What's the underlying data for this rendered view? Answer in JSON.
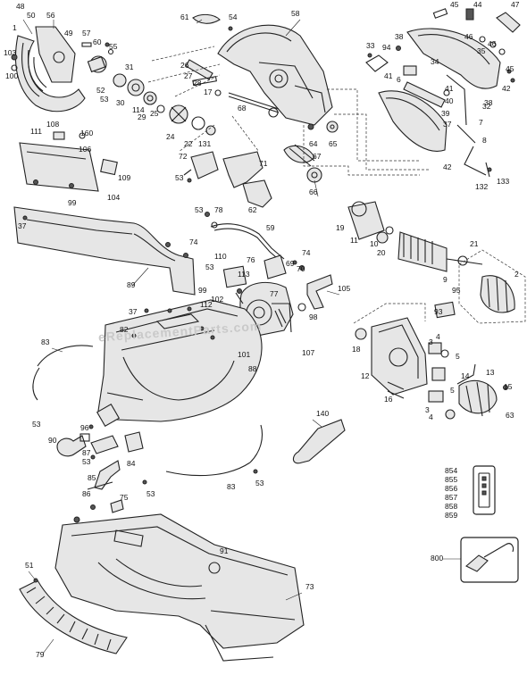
{
  "watermark": "eReplacementParts.com",
  "kit_numbers": [
    "854",
    "855",
    "856",
    "857",
    "858",
    "859"
  ],
  "callouts": [
    {
      "id": "c48",
      "text": "48"
    },
    {
      "id": "c50",
      "text": "50"
    },
    {
      "id": "c56",
      "text": "56"
    },
    {
      "id": "c1",
      "text": "1"
    },
    {
      "id": "c49",
      "text": "49"
    },
    {
      "id": "c57",
      "text": "57"
    },
    {
      "id": "c60",
      "text": "60"
    },
    {
      "id": "c55",
      "text": "55"
    },
    {
      "id": "c103",
      "text": "103"
    },
    {
      "id": "c100",
      "text": "100"
    },
    {
      "id": "c31",
      "text": "31"
    },
    {
      "id": "c52",
      "text": "52"
    },
    {
      "id": "c53a",
      "text": "53"
    },
    {
      "id": "c30",
      "text": "30"
    },
    {
      "id": "c114",
      "text": "114"
    },
    {
      "id": "c25",
      "text": "25"
    },
    {
      "id": "c29",
      "text": "29"
    },
    {
      "id": "c24",
      "text": "24"
    },
    {
      "id": "c22",
      "text": "22"
    },
    {
      "id": "c131",
      "text": "131"
    },
    {
      "id": "c61",
      "text": "61"
    },
    {
      "id": "c54",
      "text": "54"
    },
    {
      "id": "c58",
      "text": "58"
    },
    {
      "id": "c26",
      "text": "26"
    },
    {
      "id": "c27",
      "text": "27"
    },
    {
      "id": "c28",
      "text": "28"
    },
    {
      "id": "c17",
      "text": "17"
    },
    {
      "id": "c68",
      "text": "68"
    },
    {
      "id": "c64",
      "text": "64"
    },
    {
      "id": "c65",
      "text": "65"
    },
    {
      "id": "c33",
      "text": "33"
    },
    {
      "id": "c38a",
      "text": "38"
    },
    {
      "id": "c94",
      "text": "94"
    },
    {
      "id": "c41a",
      "text": "41"
    },
    {
      "id": "c6",
      "text": "6"
    },
    {
      "id": "c41b",
      "text": "41"
    },
    {
      "id": "c40",
      "text": "40"
    },
    {
      "id": "c34",
      "text": "34"
    },
    {
      "id": "c45",
      "text": "45"
    },
    {
      "id": "c44",
      "text": "44"
    },
    {
      "id": "c47",
      "text": "47"
    },
    {
      "id": "c46a",
      "text": "46"
    },
    {
      "id": "c35",
      "text": "35"
    },
    {
      "id": "c46b",
      "text": "46"
    },
    {
      "id": "c45b",
      "text": "45"
    },
    {
      "id": "c42a",
      "text": "42"
    },
    {
      "id": "c32",
      "text": "32"
    },
    {
      "id": "c38b",
      "text": "38"
    },
    {
      "id": "c39",
      "text": "39"
    },
    {
      "id": "c37a",
      "text": "37"
    },
    {
      "id": "c7",
      "text": "7"
    },
    {
      "id": "c8",
      "text": "8"
    },
    {
      "id": "c42b",
      "text": "42"
    },
    {
      "id": "c132",
      "text": "132"
    },
    {
      "id": "c133",
      "text": "133"
    },
    {
      "id": "c108",
      "text": "108"
    },
    {
      "id": "c160",
      "text": "160"
    },
    {
      "id": "c111",
      "text": "111"
    },
    {
      "id": "c106",
      "text": "106"
    },
    {
      "id": "c109",
      "text": "109"
    },
    {
      "id": "c104",
      "text": "104"
    },
    {
      "id": "c99a",
      "text": "99"
    },
    {
      "id": "c37b",
      "text": "37"
    },
    {
      "id": "c72",
      "text": "72"
    },
    {
      "id": "c53b",
      "text": "53"
    },
    {
      "id": "c71",
      "text": "71"
    },
    {
      "id": "c62",
      "text": "62"
    },
    {
      "id": "c67",
      "text": "67"
    },
    {
      "id": "c66",
      "text": "66"
    },
    {
      "id": "c53c",
      "text": "53"
    },
    {
      "id": "c78",
      "text": "78"
    },
    {
      "id": "c59",
      "text": "59"
    },
    {
      "id": "c19",
      "text": "19"
    },
    {
      "id": "c11",
      "text": "11"
    },
    {
      "id": "c10",
      "text": "10"
    },
    {
      "id": "c20",
      "text": "20"
    },
    {
      "id": "c74a",
      "text": "74"
    },
    {
      "id": "c89",
      "text": "89"
    },
    {
      "id": "c110",
      "text": "110"
    },
    {
      "id": "c53d",
      "text": "53"
    },
    {
      "id": "c76",
      "text": "76"
    },
    {
      "id": "c74b",
      "text": "74"
    },
    {
      "id": "c70",
      "text": "70"
    },
    {
      "id": "c69",
      "text": "69"
    },
    {
      "id": "c113",
      "text": "113"
    },
    {
      "id": "c99b",
      "text": "99"
    },
    {
      "id": "c102",
      "text": "102"
    },
    {
      "id": "c77",
      "text": "77"
    },
    {
      "id": "c105",
      "text": "105"
    },
    {
      "id": "c112",
      "text": "112"
    },
    {
      "id": "c98",
      "text": "98"
    },
    {
      "id": "c21",
      "text": "21"
    },
    {
      "id": "c9",
      "text": "9"
    },
    {
      "id": "c95",
      "text": "95"
    },
    {
      "id": "c2",
      "text": "2"
    },
    {
      "id": "c37c",
      "text": "37"
    },
    {
      "id": "c82",
      "text": "82"
    },
    {
      "id": "c83a",
      "text": "83"
    },
    {
      "id": "c107",
      "text": "107"
    },
    {
      "id": "c101",
      "text": "101"
    },
    {
      "id": "c88",
      "text": "88"
    },
    {
      "id": "c93",
      "text": "93"
    },
    {
      "id": "c18",
      "text": "18"
    },
    {
      "id": "c3a",
      "text": "3"
    },
    {
      "id": "c4a",
      "text": "4"
    },
    {
      "id": "c5a",
      "text": "5"
    },
    {
      "id": "c12",
      "text": "12"
    },
    {
      "id": "c13",
      "text": "13"
    },
    {
      "id": "c14",
      "text": "14"
    },
    {
      "id": "c15",
      "text": "15"
    },
    {
      "id": "c16",
      "text": "16"
    },
    {
      "id": "c5b",
      "text": "5"
    },
    {
      "id": "c3b",
      "text": "3"
    },
    {
      "id": "c4b",
      "text": "4"
    },
    {
      "id": "c63",
      "text": "63"
    },
    {
      "id": "c53e",
      "text": "53"
    },
    {
      "id": "c140",
      "text": "140"
    },
    {
      "id": "c96",
      "text": "96"
    },
    {
      "id": "c90",
      "text": "90"
    },
    {
      "id": "c87",
      "text": "87"
    },
    {
      "id": "c53f",
      "text": "53"
    },
    {
      "id": "c84",
      "text": "84"
    },
    {
      "id": "c85",
      "text": "85"
    },
    {
      "id": "c86",
      "text": "86"
    },
    {
      "id": "c75",
      "text": "75"
    },
    {
      "id": "c53g",
      "text": "53"
    },
    {
      "id": "c83b",
      "text": "83"
    },
    {
      "id": "c53h",
      "text": "53"
    },
    {
      "id": "c91",
      "text": "91"
    },
    {
      "id": "c51",
      "text": "51"
    },
    {
      "id": "c73",
      "text": "73"
    },
    {
      "id": "c79",
      "text": "79"
    },
    {
      "id": "c800",
      "text": "800"
    }
  ]
}
